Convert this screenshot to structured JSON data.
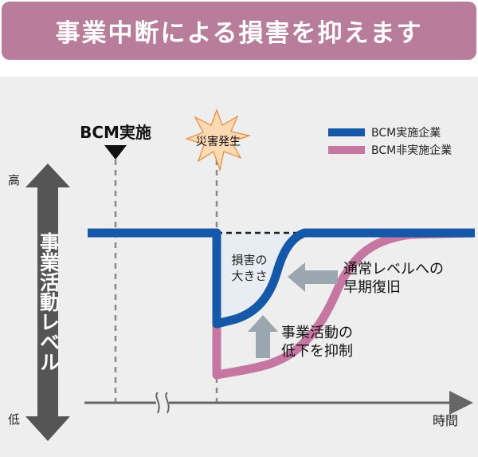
{
  "header": {
    "title": "事業中断による損害を抑えます"
  },
  "colors": {
    "header_bg": "#b87d9b",
    "bcm_line": "#1658a8",
    "non_bcm_line": "#c677a1",
    "arrow_gray": "#9ba7b0",
    "axis_gray": "#666666",
    "damage_fill": "#e8edf3",
    "burst_fill": "#fbd9b3",
    "panel_bg": "#eeeeee"
  },
  "axis": {
    "y_label": "事業活動レベル",
    "high_label": "高",
    "low_label": "低",
    "time_label": "時間"
  },
  "markers": {
    "bcm_label": "BCM実施",
    "disaster_label": "災害発生"
  },
  "legend": {
    "items": [
      {
        "label": "BCM実施企業",
        "color": "#1658a8"
      },
      {
        "label": "BCM非実施企業",
        "color": "#c677a1"
      }
    ]
  },
  "annotations": {
    "damage_line1": "損害の",
    "damage_line2": "大きさ",
    "recovery_line1": "通常レベルへの",
    "recovery_line2": "早期復旧",
    "suppression_line1": "事業活動の",
    "suppression_line2": "低下を抑制"
  }
}
